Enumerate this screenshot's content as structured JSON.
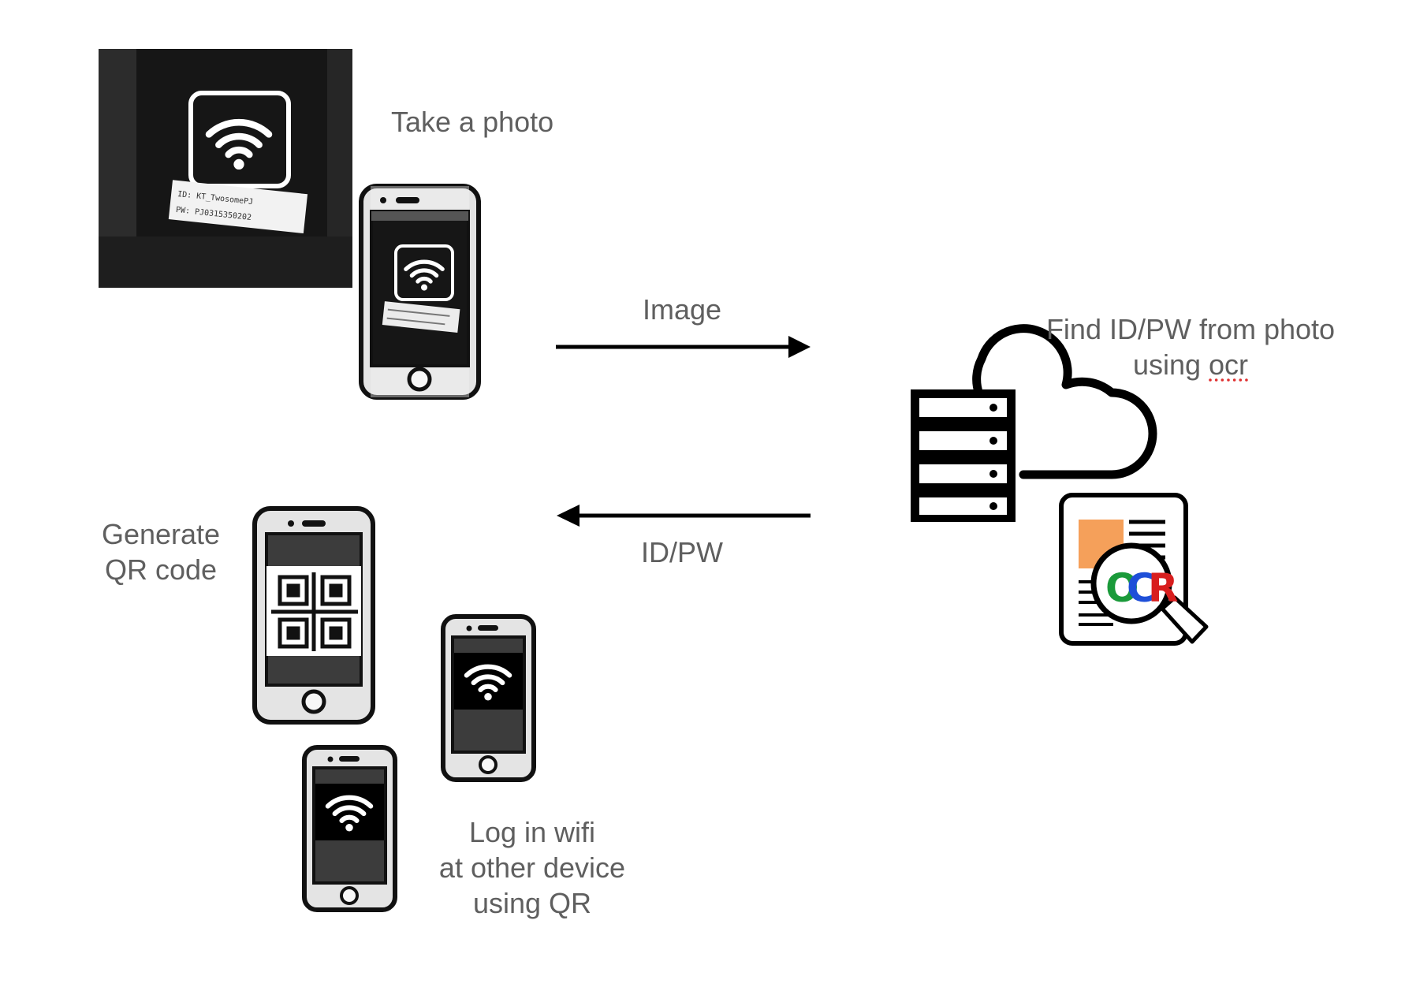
{
  "steps": {
    "take_photo": "Take a photo",
    "image_arrow": "Image",
    "find": {
      "line1": "Find ID/PW from photo",
      "line2_prefix": "using ",
      "line2_word": "ocr"
    },
    "idpw_arrow": "ID/PW",
    "generate": {
      "line1": "Generate",
      "line2": "QR code"
    },
    "login": {
      "line1": "Log in wifi",
      "line2": "at other device",
      "line3": "using QR"
    }
  },
  "photo_sign": {
    "id_line": "ID: KT_TwosomePJ",
    "pw_line": "PW: PJ0315350202"
  },
  "ocr_badge": {
    "letters": [
      "O",
      "C",
      "R"
    ],
    "colors": [
      "#1a9a3a",
      "#1e4fd8",
      "#d81e1e"
    ]
  },
  "colors": {
    "text": "#5f5f5f",
    "ink": "#000000",
    "phone_body": "#e4e4e4",
    "doc_accent": "#f5a05a"
  }
}
